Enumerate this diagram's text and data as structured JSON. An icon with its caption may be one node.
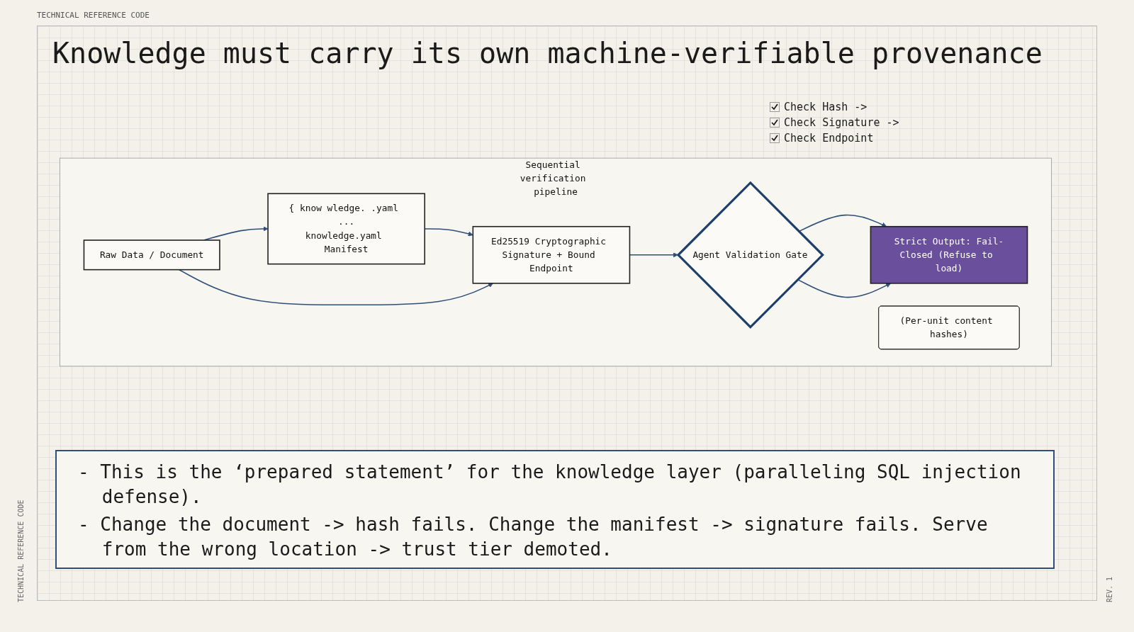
{
  "diagram": {
    "title": "Knowledge must carry its own machine-verifiable provenance",
    "nodes": [
      {
        "text": [
          "Sequential verification pipeline"
        ]
      },
      {
        "text": [
          "Raw Data / Document"
        ],
        "in": 0
      },
      {
        "text": [
          "{ know wledge. .yaml ...",
          "knowledge.yaml Manifest"
        ],
        "in": 0
      },
      {
        "text": [
          "(Per-unit content hashes)"
        ],
        "in": 0
      },
      {
        "text": [
          "Ed25519 Cryptographic Signature + Bound Endpoint"
        ],
        "in": 0
      },
      {
        "text": [
          "Agent Validation Gate"
        ],
        "in": 0
      },
      {
        "text": [
          "Strict Output: Fail-Closed (Refuse to load)"
        ],
        "in": 0
      }
    ],
    "edges": [
      {
        "from": 1,
        "to": 2,
        "arrow": "to"
      },
      {
        "from": 2,
        "to": 4,
        "arrow": "to"
      },
      {
        "from": 4,
        "to": 5,
        "arrow": "to"
      },
      {
        "from": 5,
        "to": 6,
        "arrow": "to"
      },
      {
        "from": 1,
        "to": 4,
        "arrow": "to"
      },
      {
        "from": 5,
        "to": 6,
        "arrow": "to"
      }
    ],
    "labels": [
      "TECHNICAL REFERENCE CODE",
      "Check Hash ->",
      "Check Signature ->",
      "Check Endpoint",
      "- This is the ‘prepared statement’ for the knowledge layer (paralleling SQL injection defense).",
      "- Change the document -> hash fails. Change the manifest -> signature fails. Serve from the wrong location -> trust tier demoted.",
      "TECHNICAL REFERENCE CODE",
      "REV. 1"
    ]
  }
}
